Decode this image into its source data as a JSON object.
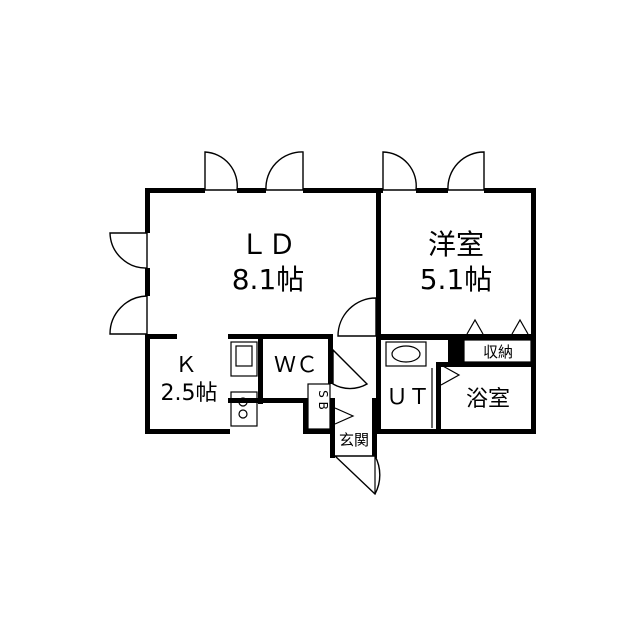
{
  "rooms": {
    "ld": {
      "name": "ＬＤ",
      "size": "8.1帖"
    },
    "yoshitsu": {
      "name": "洋室",
      "size": "5.1帖"
    },
    "kitchen": {
      "name": "Ｋ",
      "size": "2.5帖"
    },
    "wc": {
      "name": "ＷＣ"
    },
    "ut": {
      "name": "ＵＴ"
    },
    "bath": {
      "name": "浴室"
    },
    "storage": {
      "name": "収納"
    },
    "sb": {
      "name": "S B"
    },
    "entrance": {
      "name": "玄関"
    }
  },
  "colors": {
    "walls": "#000000",
    "background": "#ffffff"
  }
}
